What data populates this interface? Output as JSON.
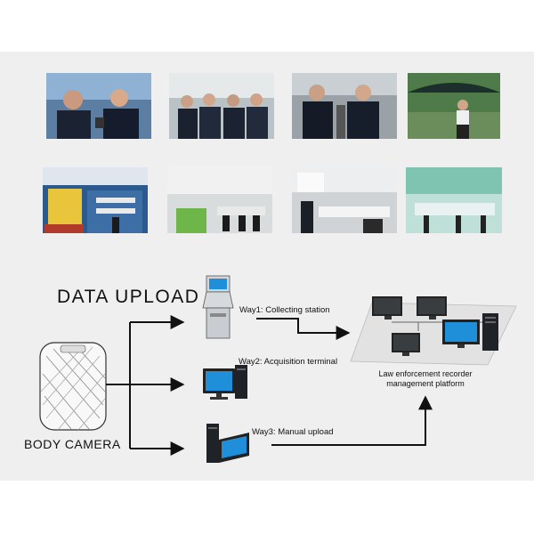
{
  "title": "DATA UPLOAD",
  "camera_label": "BODY CAMERA",
  "ways": [
    {
      "label": "Way1: Collecting station",
      "icon": "kiosk-icon"
    },
    {
      "label": "Way2: Acquisition terminal",
      "icon": "desktop-computer-icon"
    },
    {
      "label": "Way3: Manual upload",
      "icon": "pc-with-monitor-icon"
    }
  ],
  "platform_label": "Law enforcement recorder management platform",
  "photos": [
    {
      "name": "photo-police-reporters",
      "icon": "police-officers-photo"
    },
    {
      "name": "photo-police-group-indoor",
      "icon": "police-officers-photo"
    },
    {
      "name": "photo-police-patrol",
      "icon": "police-officers-photo"
    },
    {
      "name": "photo-guard-umbrella",
      "icon": "security-guard-photo"
    },
    {
      "name": "photo-sjcam-store",
      "icon": "store-photo"
    },
    {
      "name": "photo-office-desks",
      "icon": "office-photo"
    },
    {
      "name": "photo-meeting-room",
      "icon": "meeting-photo"
    },
    {
      "name": "photo-service-hall",
      "icon": "hall-photo"
    }
  ],
  "colors": {
    "panel": "#efefef",
    "arrow": "#111111",
    "screen": "#1e8fd8"
  }
}
